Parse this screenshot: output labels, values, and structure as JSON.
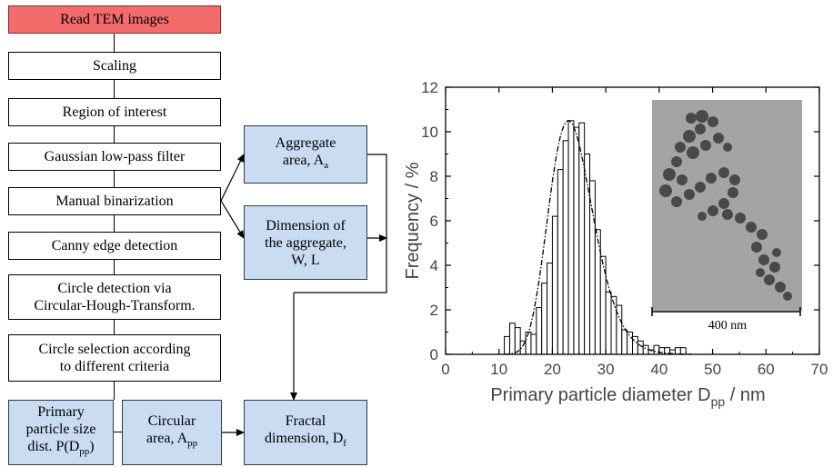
{
  "flowchart": {
    "boxes": {
      "read": "Read TEM images",
      "scaling": "Scaling",
      "roi": "Region of interest",
      "gaussian": "Gaussian low-pass filter",
      "binarization": "Manual binarization",
      "canny": "Canny edge detection",
      "circle_detect_1": "Circle detection via",
      "circle_detect_2": "Circular-Hough-Transform.",
      "circle_select_1": "Circle selection according",
      "circle_select_2": "to different criteria",
      "agg_area_1": "Aggregate",
      "agg_area_2": "area, A",
      "agg_area_sub": "a",
      "dim_1": "Dimension of",
      "dim_2": "the aggregate,",
      "dim_3": "W, L",
      "pp_1": "Primary",
      "pp_2": "particle size",
      "pp_3a": "dist. P(D",
      "pp_3sub": "pp",
      "pp_3b": ")",
      "circ_1": "Circular",
      "circ_2a": "area, A",
      "circ_2sub": "pp",
      "fractal_1": "Fractal",
      "fractal_2a": "dimension, D",
      "fractal_2sub": "f"
    },
    "colors": {
      "start": "#f36b6b",
      "result": "#c9dcf1"
    }
  },
  "inset": {
    "scale_label": "400 nm"
  },
  "chart_data": {
    "type": "bar",
    "xlabel_main": "Primary particle diameter D",
    "xlabel_sub": "pp",
    "xlabel_unit": " / nm",
    "ylabel": "Frequency / %",
    "xlim": [
      0,
      70
    ],
    "ylim": [
      0,
      12
    ],
    "xticks": [
      0,
      10,
      20,
      30,
      40,
      50,
      60,
      70
    ],
    "yticks": [
      0,
      2,
      4,
      6,
      8,
      10,
      12
    ],
    "bin_width": 1,
    "bins": [
      {
        "x": 11,
        "y": 0.8
      },
      {
        "x": 12,
        "y": 1.4
      },
      {
        "x": 13,
        "y": 1.2
      },
      {
        "x": 14,
        "y": 0.6
      },
      {
        "x": 15,
        "y": 1.0
      },
      {
        "x": 16,
        "y": 0.9
      },
      {
        "x": 17,
        "y": 2.1
      },
      {
        "x": 18,
        "y": 3.2
      },
      {
        "x": 19,
        "y": 4.1
      },
      {
        "x": 20,
        "y": 6.2
      },
      {
        "x": 21,
        "y": 8.3
      },
      {
        "x": 22,
        "y": 9.6
      },
      {
        "x": 23,
        "y": 10.5
      },
      {
        "x": 24,
        "y": 10.2
      },
      {
        "x": 25,
        "y": 10.4
      },
      {
        "x": 26,
        "y": 9.0
      },
      {
        "x": 27,
        "y": 7.8
      },
      {
        "x": 28,
        "y": 5.6
      },
      {
        "x": 29,
        "y": 4.4
      },
      {
        "x": 30,
        "y": 2.8
      },
      {
        "x": 31,
        "y": 2.6
      },
      {
        "x": 32,
        "y": 2.2
      },
      {
        "x": 33,
        "y": 1.1
      },
      {
        "x": 34,
        "y": 1.0
      },
      {
        "x": 35,
        "y": 0.8
      },
      {
        "x": 36,
        "y": 0.6
      },
      {
        "x": 37,
        "y": 0.4
      },
      {
        "x": 38,
        "y": 0.2
      },
      {
        "x": 39,
        "y": 0.4
      },
      {
        "x": 40,
        "y": 0.3
      },
      {
        "x": 41,
        "y": 0.3
      },
      {
        "x": 42,
        "y": 0.2
      },
      {
        "x": 43,
        "y": 0.3
      },
      {
        "x": 44,
        "y": 0.3
      }
    ],
    "fit": {
      "type": "lognormal",
      "peak_x": 23,
      "peak_y": 10.5,
      "sigma_log": 0.18
    }
  }
}
